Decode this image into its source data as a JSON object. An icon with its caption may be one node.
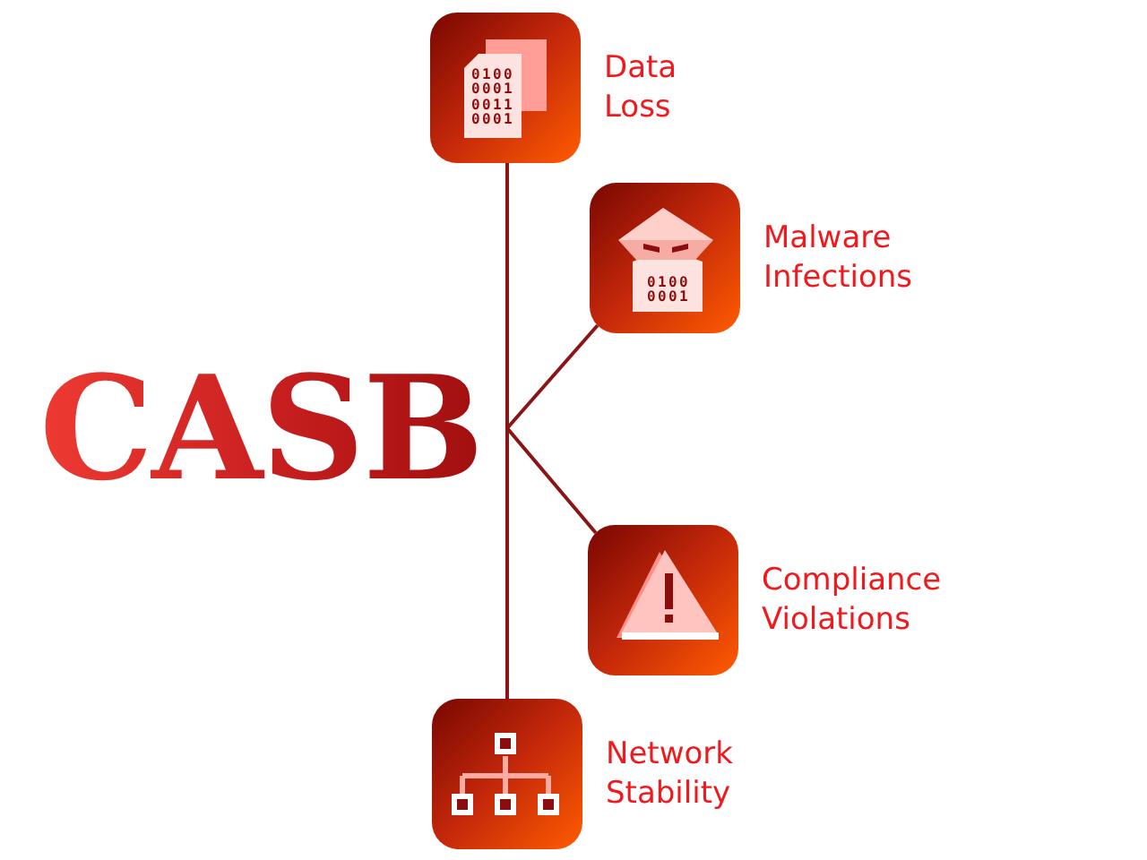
{
  "diagram": {
    "nodes": [
      {
        "text": [
          "CASB"
        ]
      },
      {
        "text": [
          "Data Loss"
        ]
      },
      {
        "text": [
          "Malware Infections"
        ]
      },
      {
        "text": [
          "Compliance Violations"
        ]
      },
      {
        "text": [
          "Network Stability"
        ]
      }
    ],
    "edges": [
      {
        "from": 0,
        "to": 1,
        "arrow": "none"
      },
      {
        "from": 0,
        "to": 2,
        "arrow": "none"
      },
      {
        "from": 0,
        "to": 3,
        "arrow": "none"
      },
      {
        "from": 0,
        "to": 4,
        "arrow": "none"
      }
    ],
    "labels": [
      "0100 0001 0011 0001",
      "0100 0001"
    ]
  }
}
